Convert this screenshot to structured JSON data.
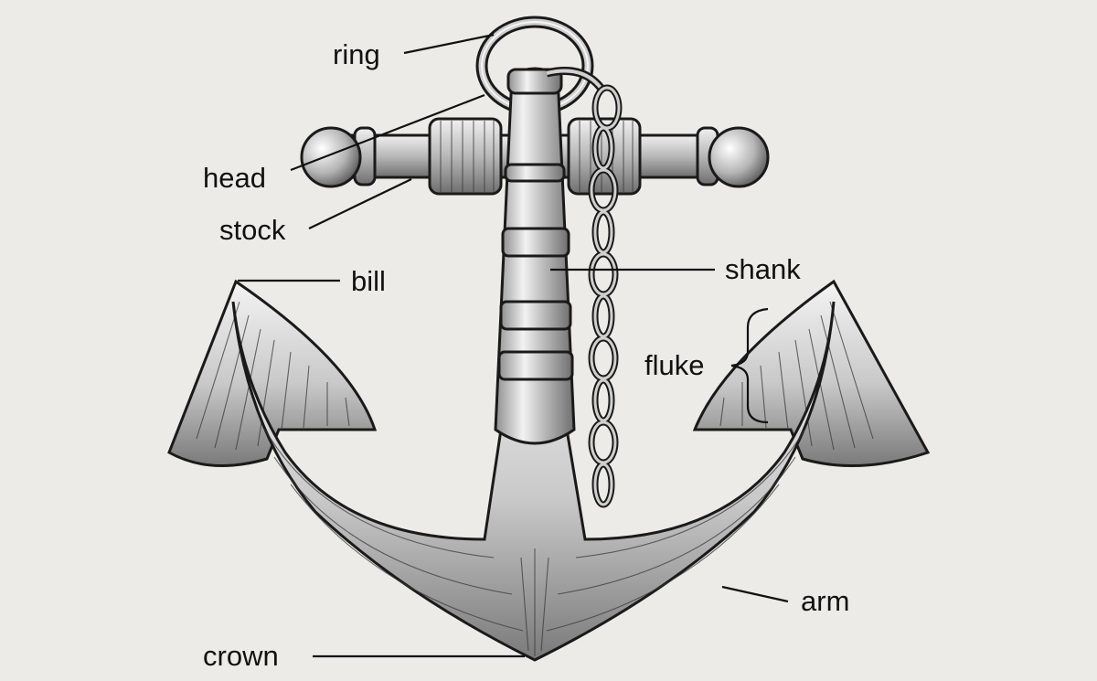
{
  "diagram": {
    "subject": "anchor",
    "labels": {
      "ring": "ring",
      "head": "head",
      "stock": "stock",
      "bill": "bill",
      "shank": "shank",
      "fluke": "fluke",
      "arm": "arm",
      "crown": "crown"
    },
    "colors": {
      "background": "#ecebe7",
      "ink": "#1a1a1a",
      "metal_light": "#e9e9e9",
      "metal_dark": "#8f8f8f",
      "label_text": "#111111"
    }
  }
}
